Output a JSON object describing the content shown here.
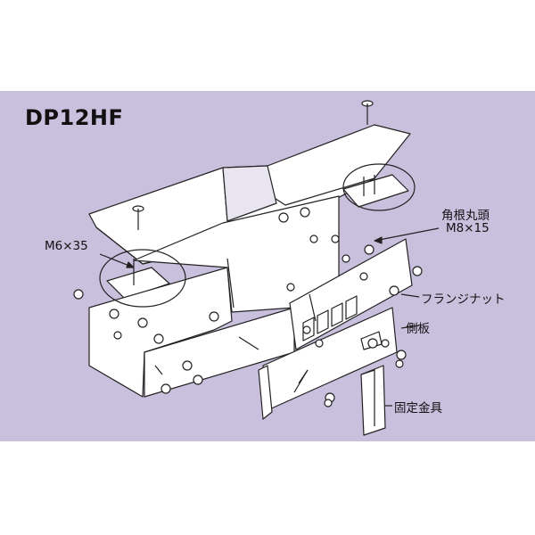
{
  "title": "DP12HF",
  "labels": {
    "bolt_top_1": "角根丸頭",
    "bolt_top_2": "M8×15",
    "bolt_left": "M6×35",
    "flange_nut": "フランジナット",
    "side_plate": "側板",
    "fixing_bracket": "固定金具"
  },
  "colors": {
    "background": "#c9c0de",
    "part_fill": "#ffffff",
    "line": "#222222"
  }
}
